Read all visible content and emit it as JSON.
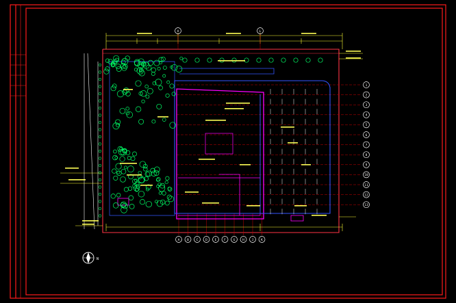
{
  "drawing": {
    "colors": {
      "background": "#000000",
      "frame": "#ff1a1a",
      "outline": "#ff3344",
      "building_wall": "#ff00ff",
      "building_blue": "#3355ff",
      "grid_line": "#cc0000",
      "dimension": "#ffff33",
      "text": "#ffff55",
      "landscape": "#00ff66",
      "white": "#ffffff"
    },
    "column_axis_labels": [
      "A",
      "B",
      "C",
      "D",
      "E",
      "F",
      "G",
      "H",
      "J",
      "K"
    ],
    "row_axis_labels": [
      "1",
      "2",
      "3",
      "4",
      "5",
      "6",
      "7",
      "8",
      "9",
      "10",
      "11",
      "12",
      "13"
    ],
    "top_axis_labels": [
      "A",
      "L"
    ],
    "north_arrow_label": "N"
  }
}
